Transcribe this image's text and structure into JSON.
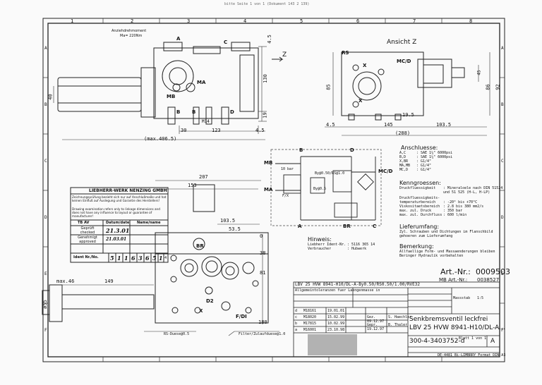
{
  "header_text": "bitte Seite 1 von 1 (Dokument 143 2 139)",
  "frame": {
    "col_numbers": [
      "1",
      "2",
      "3",
      "4",
      "5",
      "6",
      "7",
      "8"
    ],
    "row_letters_left": [
      "A",
      "B",
      "C",
      "D",
      "E",
      "F"
    ],
    "row_letters_right": [
      "A",
      "B",
      "C",
      "D",
      "E",
      "F"
    ]
  },
  "top_view": {
    "torque_note_line1": "Anziehdrehmoment",
    "torque_note_line2": "Ma= 220Nm",
    "port_A": "A",
    "port_C": "C",
    "port_MA": "MA",
    "port_MB": "MB",
    "port_B1": "B",
    "port_B2": "B",
    "port_D": "D",
    "m14": "M14",
    "dim_4_5": "4.5",
    "dim_130": "130",
    "dim_19": "19",
    "dim_40": "40",
    "dim_30": "30",
    "dim_123": "123",
    "dim_4_5b": "4.5",
    "dim_max_406": "(max.406.5)",
    "arrow_Z": "Z"
  },
  "view_z": {
    "title": "Ansicht Z",
    "port_RS": "RS",
    "port_X": "X",
    "port_MCD": "MC/D",
    "port_X2": "X",
    "dim_45": "45",
    "dim_85": "85",
    "dim_86": "86",
    "dim_92": "92",
    "dim_19_5": "19.5",
    "dim_4_5": "4.5",
    "dim_145": "145",
    "dim_103_5": "103.5",
    "dim_288": "(288)"
  },
  "schematic": {
    "port_B": "B",
    "port_D": "D",
    "port_MB": "MB",
    "port_MCD": "MC/D",
    "port_MA": "MA",
    "port_A": "A",
    "port_BR": "BR",
    "port_C": "C",
    "orifice1": "By@0.50/RS@1.0",
    "orifice2": "By@0.5",
    "label_fx": "F/X",
    "label_10bar": "10 bar"
  },
  "connections": {
    "title": "Anschluesse:",
    "rows": [
      [
        "A,C",
        ": SAE 1¼\"  6000psi"
      ],
      [
        "B,D",
        ": SAE 1¼\"  6000psi"
      ],
      [
        "X,BR",
        ": G1/4\""
      ],
      [
        "MA,MB",
        ": G1/4\""
      ],
      [
        "MC,D",
        ": G1/4\""
      ]
    ]
  },
  "specs": {
    "title": "Kenngroessen:",
    "rows": [
      [
        "Druckfluessigkeit",
        ": Mineraloele nach DIN 51524"
      ],
      [
        "",
        "  und 51 525 (H-L, H-LP)"
      ],
      [
        "Druckfluessigkeits-",
        ""
      ],
      [
        "temperaturbereich",
        ": -20° bis +70°C"
      ],
      [
        "Viskositaetsbereich",
        ": 2.8 bis 380 mm2/s"
      ],
      [
        "max. zul. Druck",
        ": 350 bar"
      ],
      [
        "max. zul. Durchfluss",
        ": 600 l/min"
      ]
    ]
  },
  "delivery": {
    "title": "Lieferumfang:",
    "line1": "Zyl. Schrauben und Dichtungen im Flanschbild",
    "line2": "gehoeren zum Lieferumfang"
  },
  "remark": {
    "title": "Bemerkung:",
    "line1": "Allfaellige Form- und Massaenderungen bleiben",
    "line2": "Beringer Hydraulik vorbehalten"
  },
  "hint": {
    "title": "Hinweis:",
    "row1_label": "Liebherr Ident-Nr.",
    "row1_value": ": 5116 365 14",
    "row2_label": "Verbraucher",
    "row2_value": ": Hubwerk"
  },
  "side_view": {
    "dim_207": "207",
    "dim_153": "153",
    "dim_103_5": "103.5",
    "dim_53_5": "53.5",
    "dim_0": "0",
    "dim_38": "38",
    "dim_81": "81",
    "dim_180": "180",
    "dim_max46": "max.46",
    "dim_149": "149",
    "dim_55": "ø55",
    "port_BR": "BR",
    "port_D2": "D2",
    "port_X": "X",
    "port_FDI": "F/DI",
    "note_rs": "RS-Duese@0.5",
    "note_filter": "Filter/Zulaufduese@1.0"
  },
  "stamp": {
    "company": "LIEBHERR-WERK NENZING GMBH",
    "note_de": "Zeichnungsprüfung bezieht sich nur auf Anschlußmaße und hat keinen Einfluß auf Auslegung und Garantie des Herstellers!",
    "note_en": "Drawing examination refers only to linkage dimensions and does not have any influence to layout or guarantee of manufacturer!",
    "col_tb": "TB AV",
    "col_date": "Datum/date",
    "col_name": "Name/name",
    "row_checked": "Geprüft checked",
    "row_approved": "Genehmigt approved",
    "date_checked": "21.3.01",
    "date_approved": "21.03.01",
    "ident_label": "Ident Nr./No.",
    "ident_digits": [
      "5",
      "1",
      "1",
      "6",
      "3",
      "6",
      "5",
      "1"
    ],
    "ident_suffix": "4"
  },
  "title_block": {
    "art_nr_label": "Art.-Nr.:",
    "art_nr_value": "0009503",
    "mb_art_label": "MB Art.-Nr.:",
    "mb_art_value": "0038527",
    "type_code": "LBV 25 HVW  8941-H10/DL-A-By0.50/RS0.50/1.00/RVE32",
    "name_line1": "Senkbremsventil leckfrei",
    "name_line2": "LBV 25 HVW  8941-H10/DL-A...",
    "drawing_no": "300-4-3403752-d",
    "sheet_letter": "A",
    "tolerance_header": "Allgemeintoleranzen fuer Laengenmasse in",
    "rev_rows": [
      [
        "d",
        "M18161",
        "19.01.01"
      ],
      [
        "c",
        "M18020",
        "15.02.99"
      ],
      [
        "b",
        "M17815",
        "10.02.99"
      ],
      [
        "a",
        "M16001",
        "23.10.98"
      ]
    ],
    "date_rows": [
      [
        "Gez.",
        "09.12.97",
        "S. Haechler"
      ],
      [
        "Gepr.",
        "19.12.97",
        "B. Thaler"
      ]
    ],
    "scale_label": "Massstab",
    "scale_value": "1:5",
    "sheet_label": "Blatt 1 von 1",
    "footer": "DE-4481 Bi-LIMBRRY Format DIN A3"
  }
}
